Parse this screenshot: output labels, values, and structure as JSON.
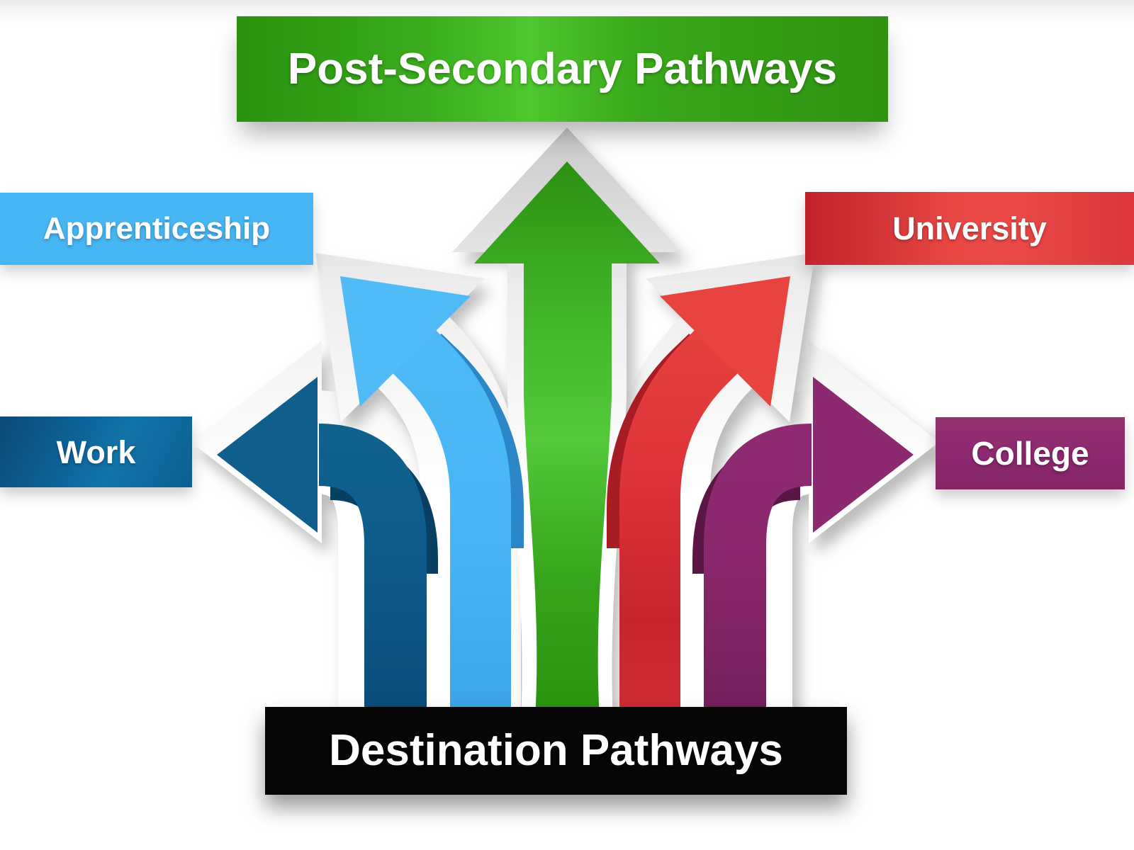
{
  "diagram": {
    "type": "pathways-infographic",
    "background": "#ffffff"
  },
  "banners": {
    "title": {
      "label": "Post-Secondary Pathways",
      "text_color": "#ffffff",
      "color": "#3aa91c",
      "color_highlight": "#4fc72e"
    },
    "apprenticeship": {
      "label": "Apprenticeship",
      "text_color": "#ffffff",
      "color": "#47b6f5"
    },
    "university": {
      "label": "University",
      "text_color": "#ffffff",
      "color": "#dc383d",
      "color_dark": "#bf2329"
    },
    "work": {
      "label": "Work",
      "text_color": "#ffffff",
      "color": "#0e649a",
      "color_dark": "#0a4a77"
    },
    "college": {
      "label": "College",
      "text_color": "#ffffff",
      "color": "#8d2970"
    },
    "destination": {
      "label": "Destination Pathways",
      "text_color": "#ffffff",
      "color": "#060606"
    }
  },
  "arrows": {
    "center": {
      "points_to": "Post-Secondary Pathways",
      "color": "#3fb328",
      "direction": "up"
    },
    "apprenticeship": {
      "points_to": "Apprenticeship",
      "color": "#4cb9f7",
      "direction": "up-left"
    },
    "university": {
      "points_to": "University",
      "color": "#dd3339",
      "direction": "up-right"
    },
    "work": {
      "points_to": "Work",
      "color": "#0e5c8c",
      "direction": "left"
    },
    "college": {
      "points_to": "College",
      "color": "#8a276d",
      "direction": "right"
    }
  }
}
